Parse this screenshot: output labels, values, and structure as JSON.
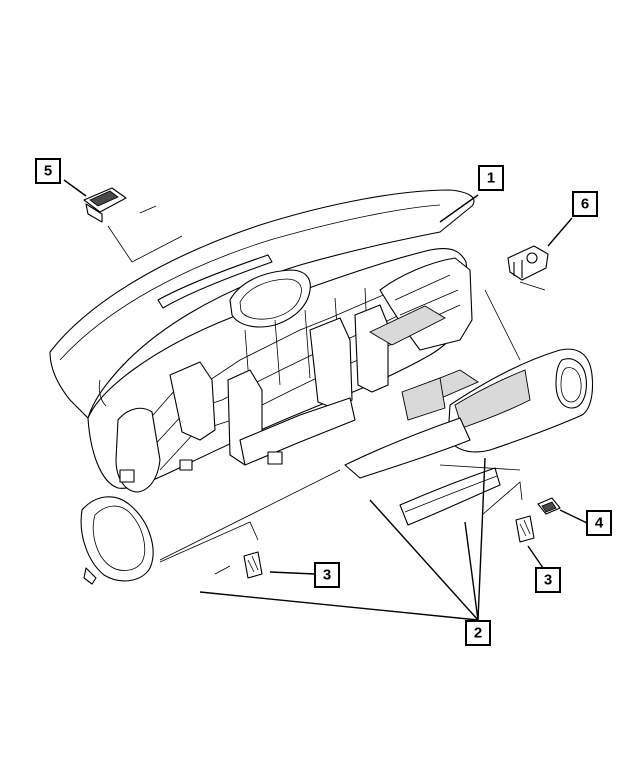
{
  "callouts": [
    {
      "id": "callout-1",
      "label": "1"
    },
    {
      "id": "callout-2",
      "label": "2"
    },
    {
      "id": "callout-3-left",
      "label": "3"
    },
    {
      "id": "callout-3-right",
      "label": "3"
    },
    {
      "id": "callout-4",
      "label": "4"
    },
    {
      "id": "callout-5",
      "label": "5"
    },
    {
      "id": "callout-6",
      "label": "6"
    }
  ]
}
